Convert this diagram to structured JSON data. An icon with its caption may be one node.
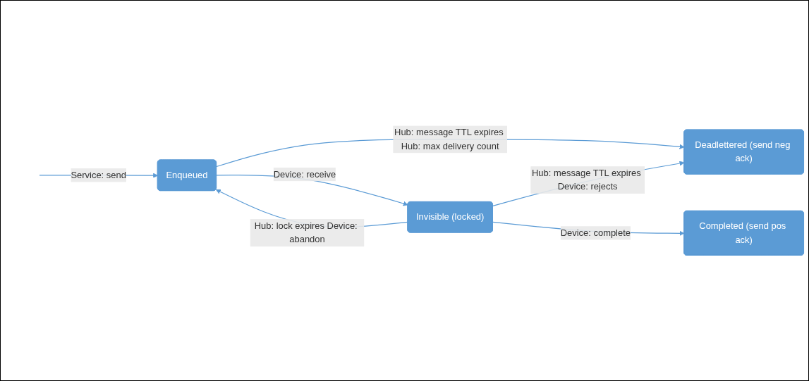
{
  "diagram": {
    "nodes": [
      {
        "text": [
          "Enqueued"
        ]
      },
      {
        "text": [
          "Deadlettered (send neg ack)"
        ]
      },
      {
        "text": [
          "Invisible (locked)"
        ]
      },
      {
        "text": [
          "Completed (send pos ack)"
        ]
      }
    ],
    "edges": [
      {
        "from": null,
        "to": 0,
        "arrow": "to",
        "label": "Service: send"
      },
      {
        "from": 0,
        "to": 1,
        "arrow": "to",
        "label": "Hub: message TTL expires Hub: max delivery count"
      },
      {
        "from": 0,
        "to": 2,
        "arrow": "to",
        "label": "Device: receive"
      },
      {
        "from": 2,
        "to": 0,
        "arrow": "to",
        "label": "Hub: lock expires Device: abandon"
      },
      {
        "from": 2,
        "to": 1,
        "arrow": "to",
        "label": "Hub: message TTL expires Device: rejects"
      },
      {
        "from": 2,
        "to": 3,
        "arrow": "to",
        "label": "Device: complete"
      }
    ]
  }
}
